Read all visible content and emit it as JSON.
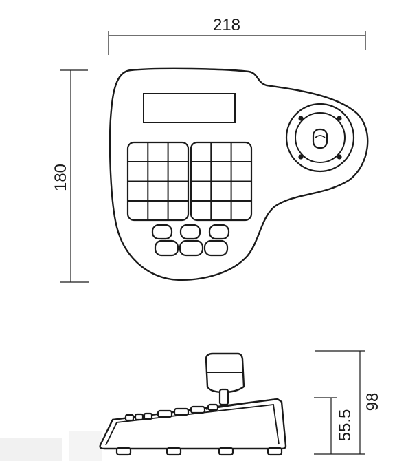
{
  "top_view": {
    "width_label": "218",
    "height_label": "180"
  },
  "side_view": {
    "body_height_label": "55.5",
    "total_height_label": "98"
  },
  "colors": {
    "stroke": "#1a1a1a",
    "background": "#ffffff"
  }
}
